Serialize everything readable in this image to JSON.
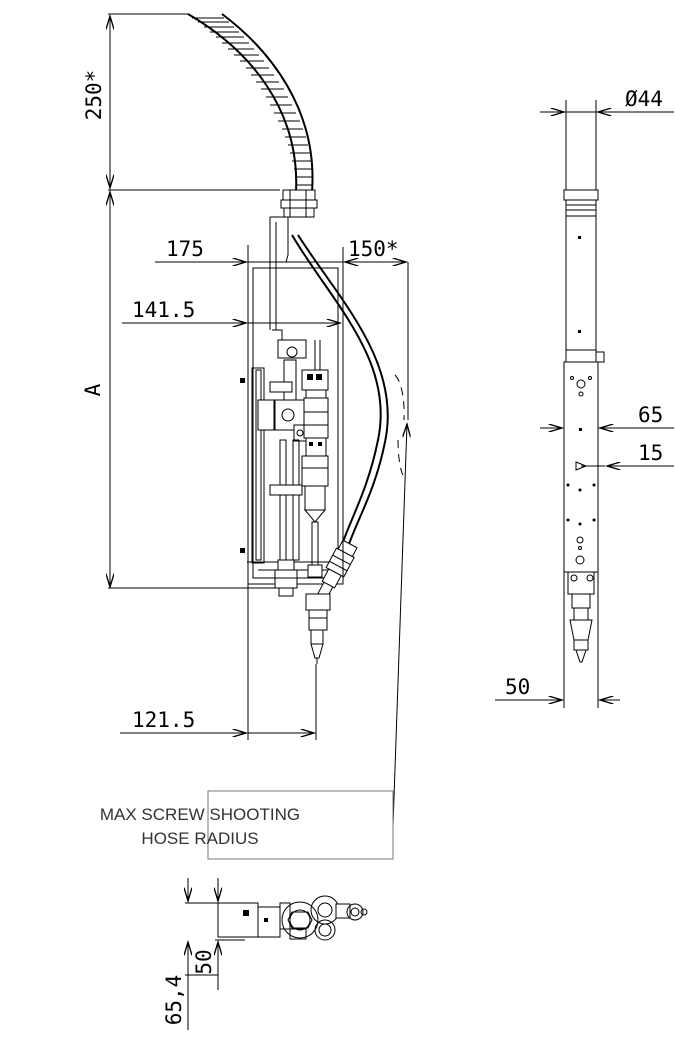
{
  "dimensions": {
    "hose_length": "250*",
    "width_175": "175",
    "hose_offset": "150*",
    "width_141": "141.5",
    "height_a": "A",
    "width_121": "121.5",
    "diameter": "Ø44",
    "side_65": "65",
    "side_15": "15",
    "side_50": "50",
    "bottom_65": "65,4",
    "bottom_50": "50"
  },
  "note": {
    "line1": "MAX SCREW SHOOTING",
    "line2": "HOSE RADIUS"
  }
}
